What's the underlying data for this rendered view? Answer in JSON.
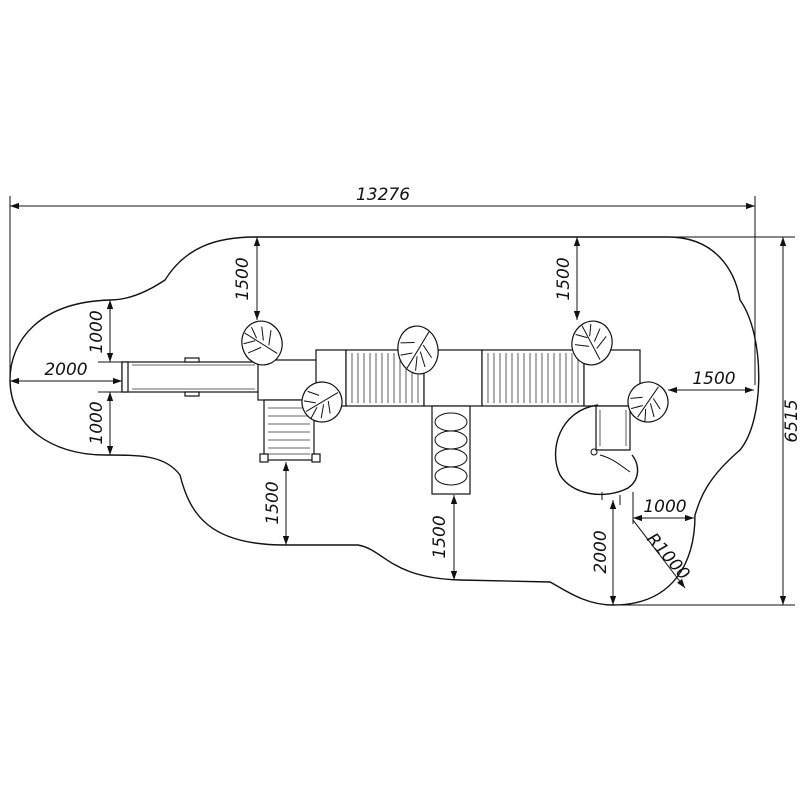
{
  "dimensions": {
    "overall_width": "13276",
    "overall_depth": "6515",
    "top_left_clearance": "1500",
    "top_right_clearance": "1500",
    "left_upper_offset": "1000",
    "left_lower_offset": "1000",
    "slide_clearance": "2000",
    "right_clearance": "1500",
    "stair_clearance": "1500",
    "ladder_clearance": "1500",
    "right_bottom_offset": "2000",
    "right_bottom_width": "1000",
    "corner_radius": "R1000"
  },
  "colors": {
    "line": "#111111",
    "background": "#ffffff"
  }
}
